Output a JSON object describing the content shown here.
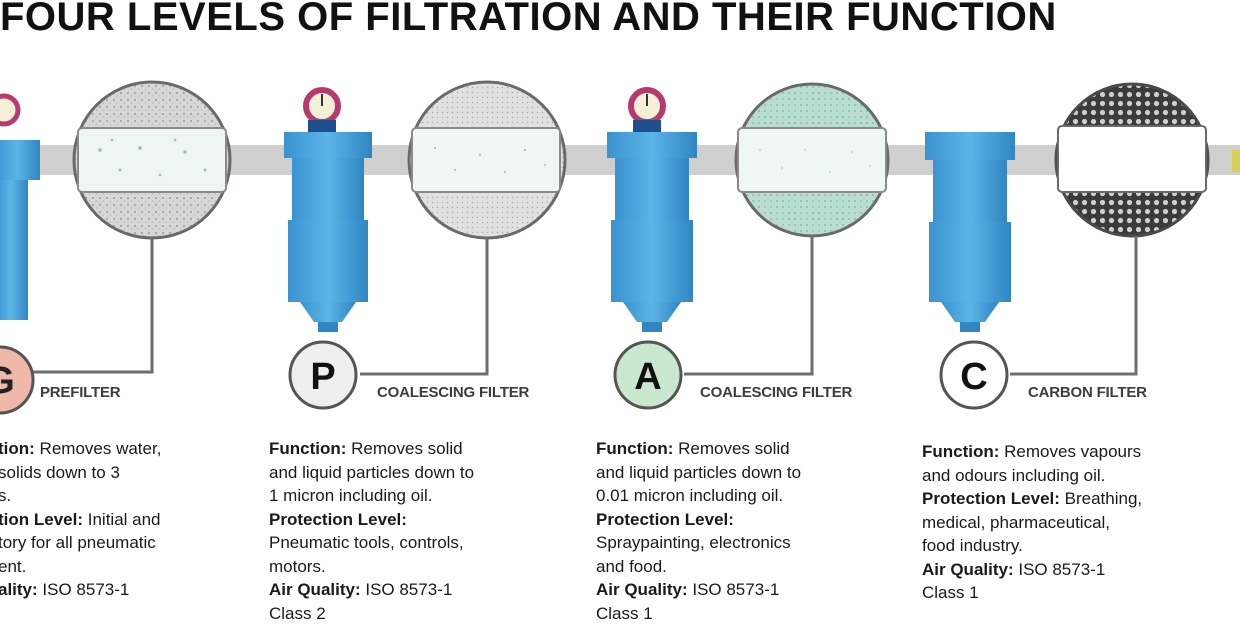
{
  "title": "FOUR LEVELS OF FILTRATION AND THEIR FUNCTION",
  "filters": [
    {
      "letter": "G",
      "label": "PREFILTER",
      "letter_fill": "#f0b8a8",
      "function_head": "tion:",
      "function_lines": [
        " Removes water,",
        "solids down to 3",
        "s."
      ],
      "protection_head": "tion Level:",
      "protection_lines": [
        " Initial and",
        "tory for all pneumatic",
        "ent."
      ],
      "air_head": "ality:",
      "air_lines": [
        " ISO 8573-1",
        ""
      ]
    },
    {
      "letter": "P",
      "label": "COALESCING FILTER",
      "letter_fill": "#efefef",
      "function_head": "Function:",
      "function_lines": [
        " Removes solid",
        "and liquid particles down to",
        "1 micron including oil."
      ],
      "protection_head": "Protection Level:",
      "protection_lines": [
        "",
        "Pneumatic tools, controls,",
        "motors."
      ],
      "air_head": "Air Quality:",
      "air_lines": [
        " ISO 8573-1",
        "Class 2"
      ]
    },
    {
      "letter": "A",
      "label": "COALESCING FILTER",
      "letter_fill": "#c9e8cf",
      "function_head": "Function:",
      "function_lines": [
        " Removes solid",
        "and liquid particles down to",
        "0.01 micron including oil."
      ],
      "protection_head": "Protection Level:",
      "protection_lines": [
        "",
        "Spraypainting, electronics",
        "and food."
      ],
      "air_head": "Air Quality:",
      "air_lines": [
        " ISO 8573-1",
        "Class 1"
      ]
    },
    {
      "letter": "C",
      "label": "CARBON FILTER",
      "letter_fill": "#ffffff",
      "function_head": "Function:",
      "function_lines": [
        " Removes vapours",
        "and odours including oil."
      ],
      "protection_head": "Protection Level:",
      "protection_lines": [
        " Breathing,",
        "medical, pharmaceutical,",
        "food industry."
      ],
      "air_head": "Air Quality:",
      "air_lines": [
        " ISO 8573-1",
        "Class 1"
      ]
    }
  ],
  "colors": {
    "pipe": "#c8c8c8",
    "filter_body": "#4aa3dc",
    "filter_body_dark": "#2f86c2",
    "gauge_ring": "#b73a6e",
    "gauge_face": "#f4f0d8",
    "connector": "#6e6e6e"
  }
}
